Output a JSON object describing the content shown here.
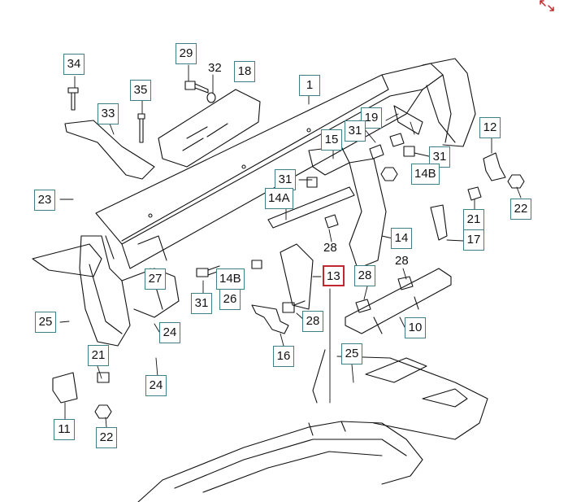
{
  "diagram": {
    "selected_part": "13",
    "accent_color": "#3f7f86",
    "selected_color": "#c0282f",
    "icons": {
      "corner": "expand-arrows-icon"
    },
    "callouts": {
      "c34": "34",
      "c29": "29",
      "c32": "32",
      "c18": "18",
      "c1": "1",
      "c35": "35",
      "c33": "33",
      "c19": "19",
      "c31a": "31",
      "c15": "15",
      "c12": "12",
      "c31b": "31",
      "c14B_top": "14B",
      "c31c": "31",
      "c14A": "14A",
      "c23": "23",
      "c22_right": "22",
      "c21_right": "21",
      "c17": "17",
      "c14": "14",
      "c28a": "28",
      "c28b": "28",
      "c27": "27",
      "c14B_mid": "14B",
      "c13": "13",
      "c28c": "28",
      "c31d": "31",
      "c26": "26",
      "c25_left": "25",
      "c28d": "28",
      "c10": "10",
      "c24a": "24",
      "c21_left": "21",
      "c16": "16",
      "c25_mid": "25",
      "c24b": "24",
      "c11": "11",
      "c22_left": "22"
    }
  }
}
